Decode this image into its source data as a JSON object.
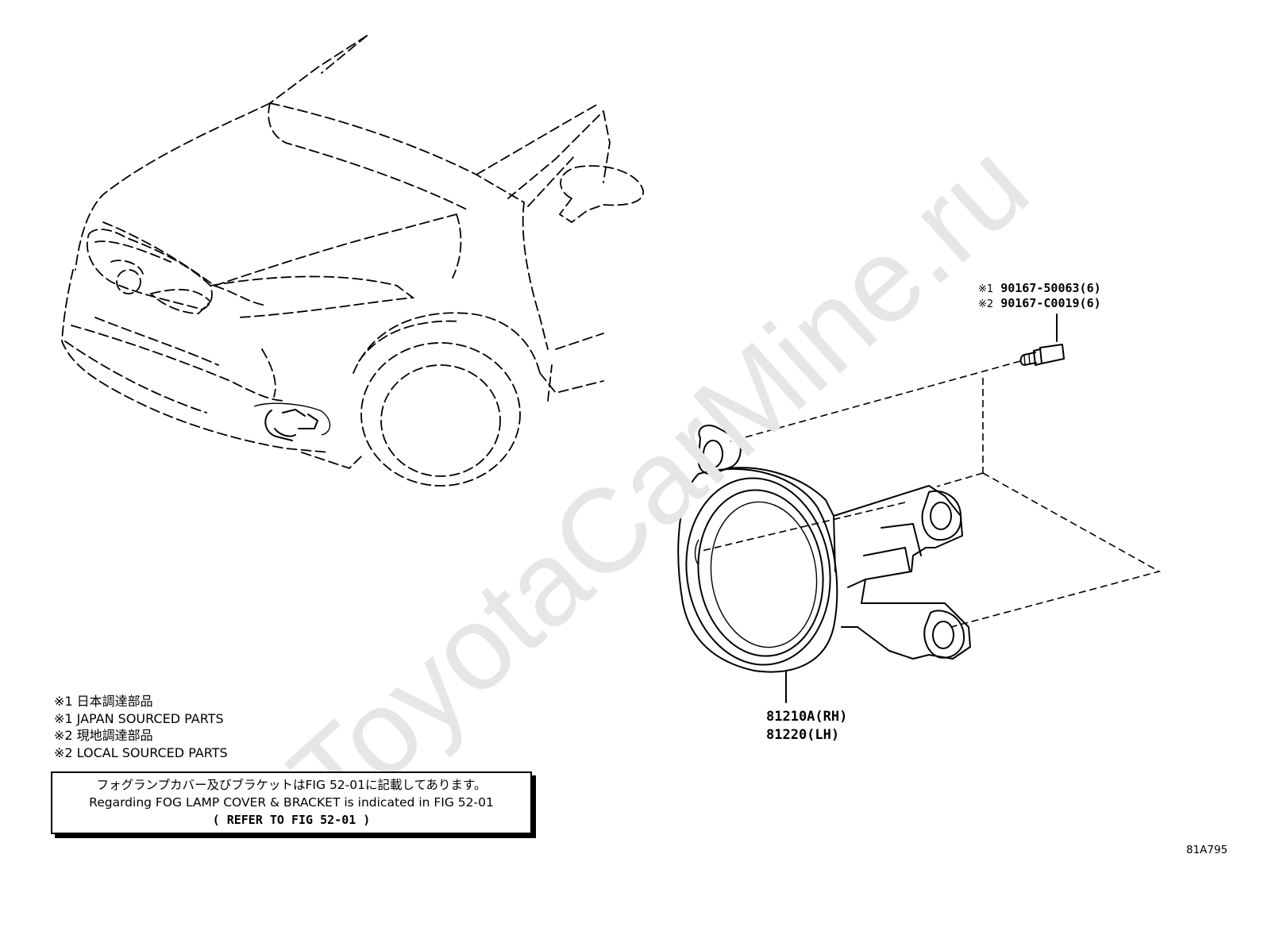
{
  "watermark": "ToyotaCarMine.ru",
  "bolt": {
    "line1_mark": "※1",
    "line1_part": "90167-50063(6)",
    "line2_mark": "※2",
    "line2_part": "90167-C0019(6)"
  },
  "fog_lamp": {
    "rh": "81210A(RH)",
    "lh": "81220(LH)"
  },
  "legend": [
    "※1 日本調達部品",
    "※1 JAPAN SOURCED PARTS",
    "※2 現地調達部品",
    "※2 LOCAL SOURCED PARTS"
  ],
  "note": {
    "jp": "フォグランプカバー及びブラケットはFIG 52-01に記載してあります。",
    "en": "Regarding FOG LAMP COVER & BRACKET is indicated in FIG 52-01",
    "ref": "(   REFER TO FIG 52-01   )"
  },
  "figure_id": "81A795",
  "icons": [
    "car-outline-icon",
    "fog-lamp-icon",
    "bolt-icon"
  ]
}
